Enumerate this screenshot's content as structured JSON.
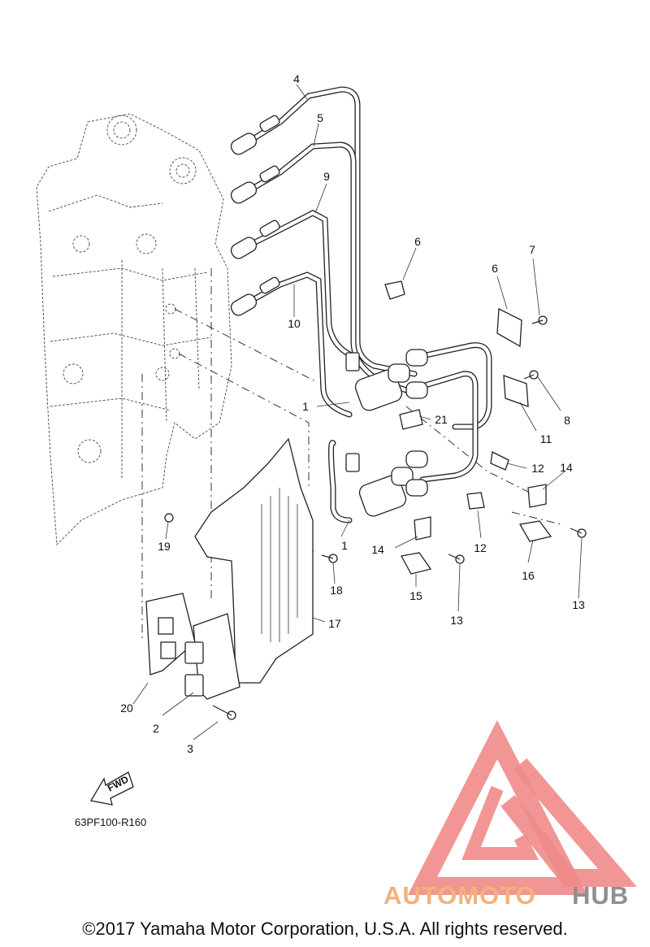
{
  "diagram": {
    "ref_code": "63PF100-R160",
    "fwd_label": "FWD",
    "callouts": [
      "1",
      "1",
      "2",
      "3",
      "4",
      "5",
      "6",
      "6",
      "7",
      "8",
      "9",
      "10",
      "11",
      "12",
      "12",
      "13",
      "13",
      "14",
      "14",
      "15",
      "16",
      "17",
      "18",
      "19",
      "20",
      "21"
    ],
    "watermark": {
      "brand_part1": "AUTOMOTO",
      "brand_part2": "HUB",
      "colors": {
        "triangle": "#f08a8a",
        "auto_moto": "#f2b27a",
        "hub": "#8f8f8f"
      }
    }
  },
  "footer": {
    "copyright": "©2017 Yamaha Motor Corporation, U.S.A. All rights reserved."
  }
}
